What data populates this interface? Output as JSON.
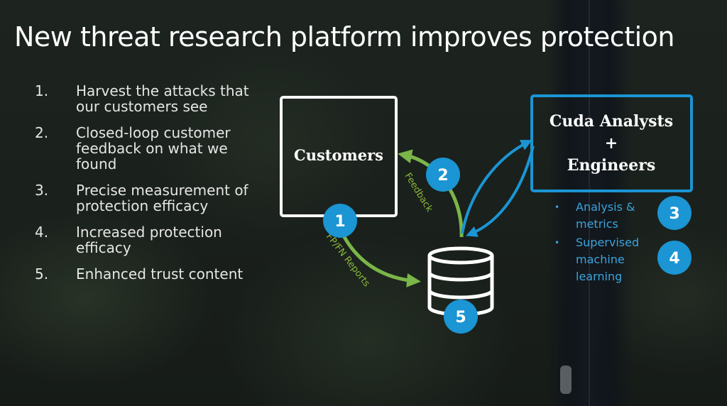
{
  "slide": {
    "title": "New threat research platform improves protection",
    "steps": [
      {
        "num": "1.",
        "text": "Harvest the attacks that our customers see"
      },
      {
        "num": "2.",
        "text": "Closed-loop customer feedback on what we found"
      },
      {
        "num": "3.",
        "text": "Precise measurement of protection efficacy"
      },
      {
        "num": "4.",
        "text": "Increased protection efficacy"
      },
      {
        "num": "5.",
        "text": "Enhanced trust content"
      }
    ]
  },
  "diagram": {
    "customers_label": "Customers",
    "analysts_line1": "Cuda Analysts",
    "analysts_line2": "+",
    "analysts_line3": "Engineers",
    "feedback_label": "Feedback",
    "reports_label": "FP/FN Reports",
    "badges": [
      "1",
      "2",
      "3",
      "4",
      "5"
    ],
    "bullets": [
      "Analysis & metrics",
      "Supervised machine learning"
    ]
  },
  "colors": {
    "accent_blue": "#1b95d3",
    "accent_green": "#7ab648",
    "text_white": "#ffffff",
    "bullet_blue": "#3ba3dd"
  },
  "icons": [
    "database-icon"
  ]
}
